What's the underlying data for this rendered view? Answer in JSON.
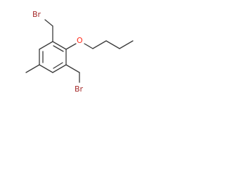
{
  "molecule": {
    "atoms": {
      "br_top": {
        "symbol": "Br",
        "color": "#a52a2a"
      },
      "oxygen": {
        "symbol": "O",
        "color": "#ff2a1a"
      },
      "br_bottom": {
        "symbol": "Br",
        "color": "#a52a2a"
      }
    },
    "bond_color": "#3a3a3a"
  }
}
